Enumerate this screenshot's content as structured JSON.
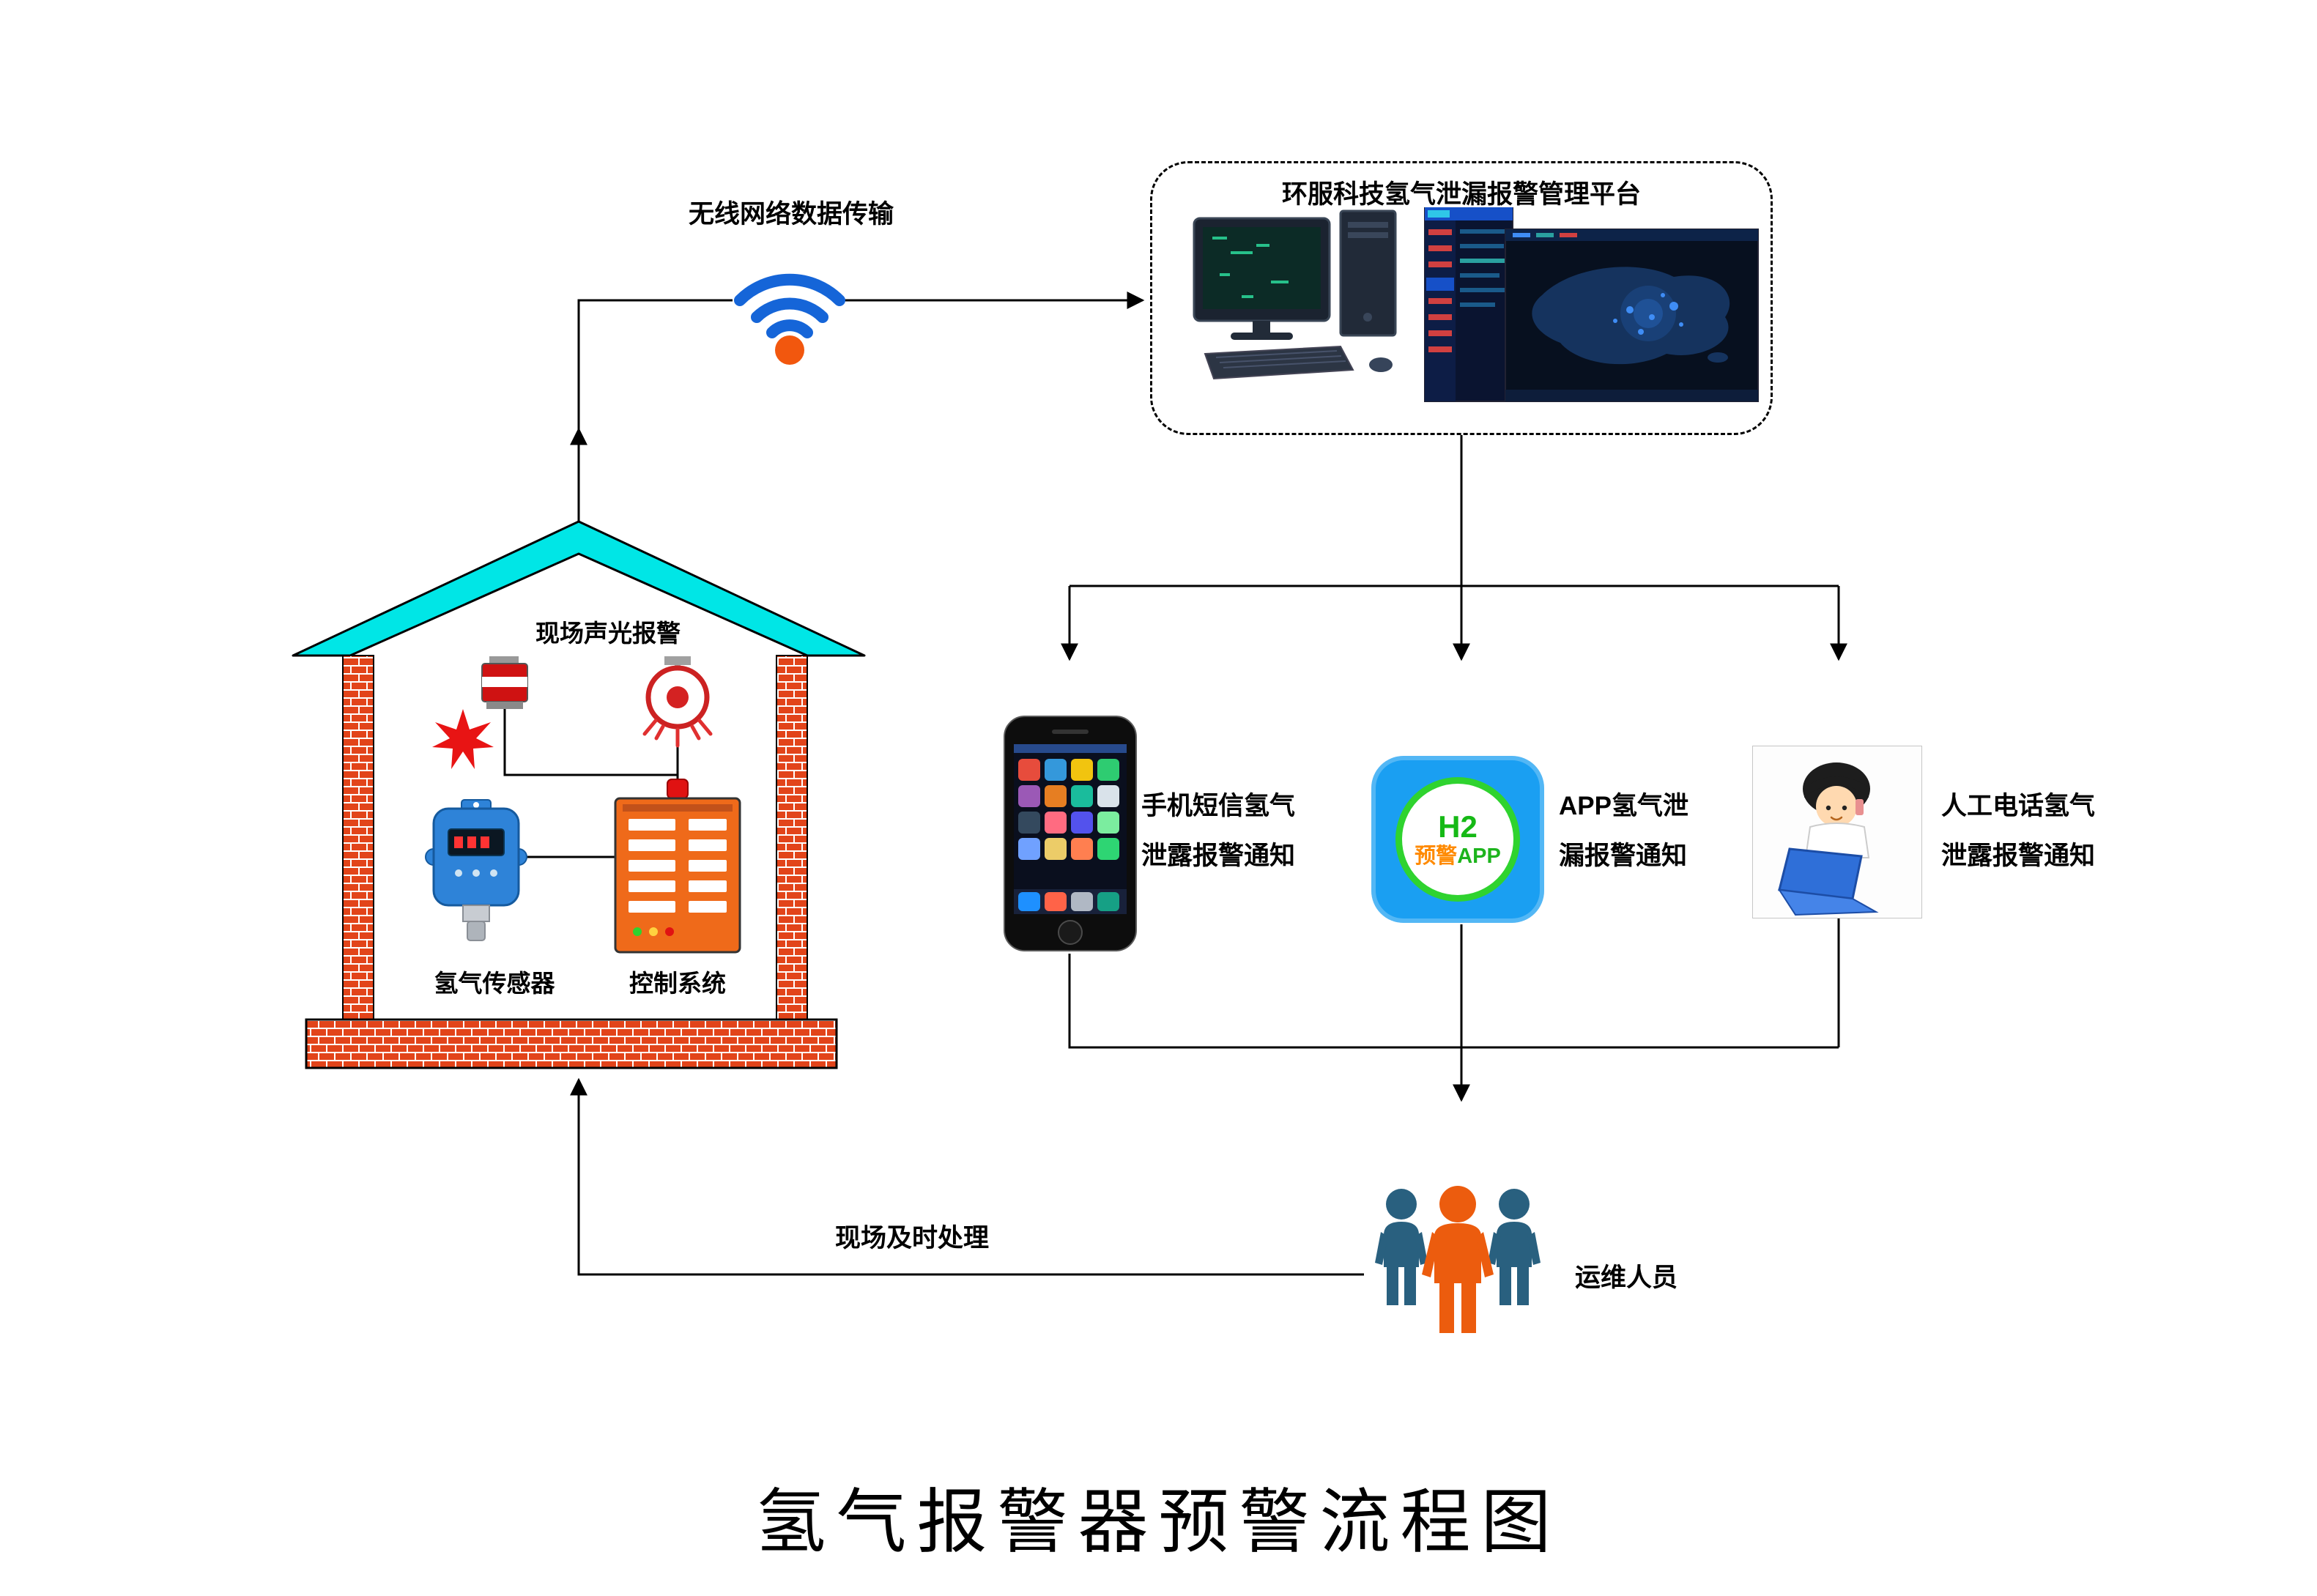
{
  "title": "氢气报警器预警流程图",
  "platform": {
    "title": "环服科技氢气泄漏报警管理平台"
  },
  "wifi": {
    "label": "无线网络数据传输"
  },
  "house": {
    "alarm_label": "现场声光报警",
    "sensor_label": "氢气传感器",
    "control_label": "控制系统"
  },
  "notifications": {
    "sms": {
      "line1": "手机短信氢气",
      "line2": "泄露报警通知"
    },
    "app": {
      "line1": "APP氢气泄",
      "line2": "漏报警通知"
    },
    "call": {
      "line1": "人工电话氢气",
      "line2": "泄露报警通知"
    }
  },
  "app_icon": {
    "h2": "H2",
    "warn": "预警",
    "app": "APP"
  },
  "staff": {
    "label": "运维人员"
  },
  "onsite": {
    "label": "现场及时处理"
  },
  "colors": {
    "roof_cyan": "#00e6e6",
    "brick_red": "#e2441a",
    "wifi_blue": "#1565d8",
    "wifi_dot": "#f2570e",
    "app_bg": "#1a9ff2",
    "app_ring": "#2fd32f",
    "sensor_blue": "#2e83d8",
    "control_orange": "#ef6a1a",
    "staff_navy": "#29607f",
    "staff_orange": "#ec5c0e"
  }
}
